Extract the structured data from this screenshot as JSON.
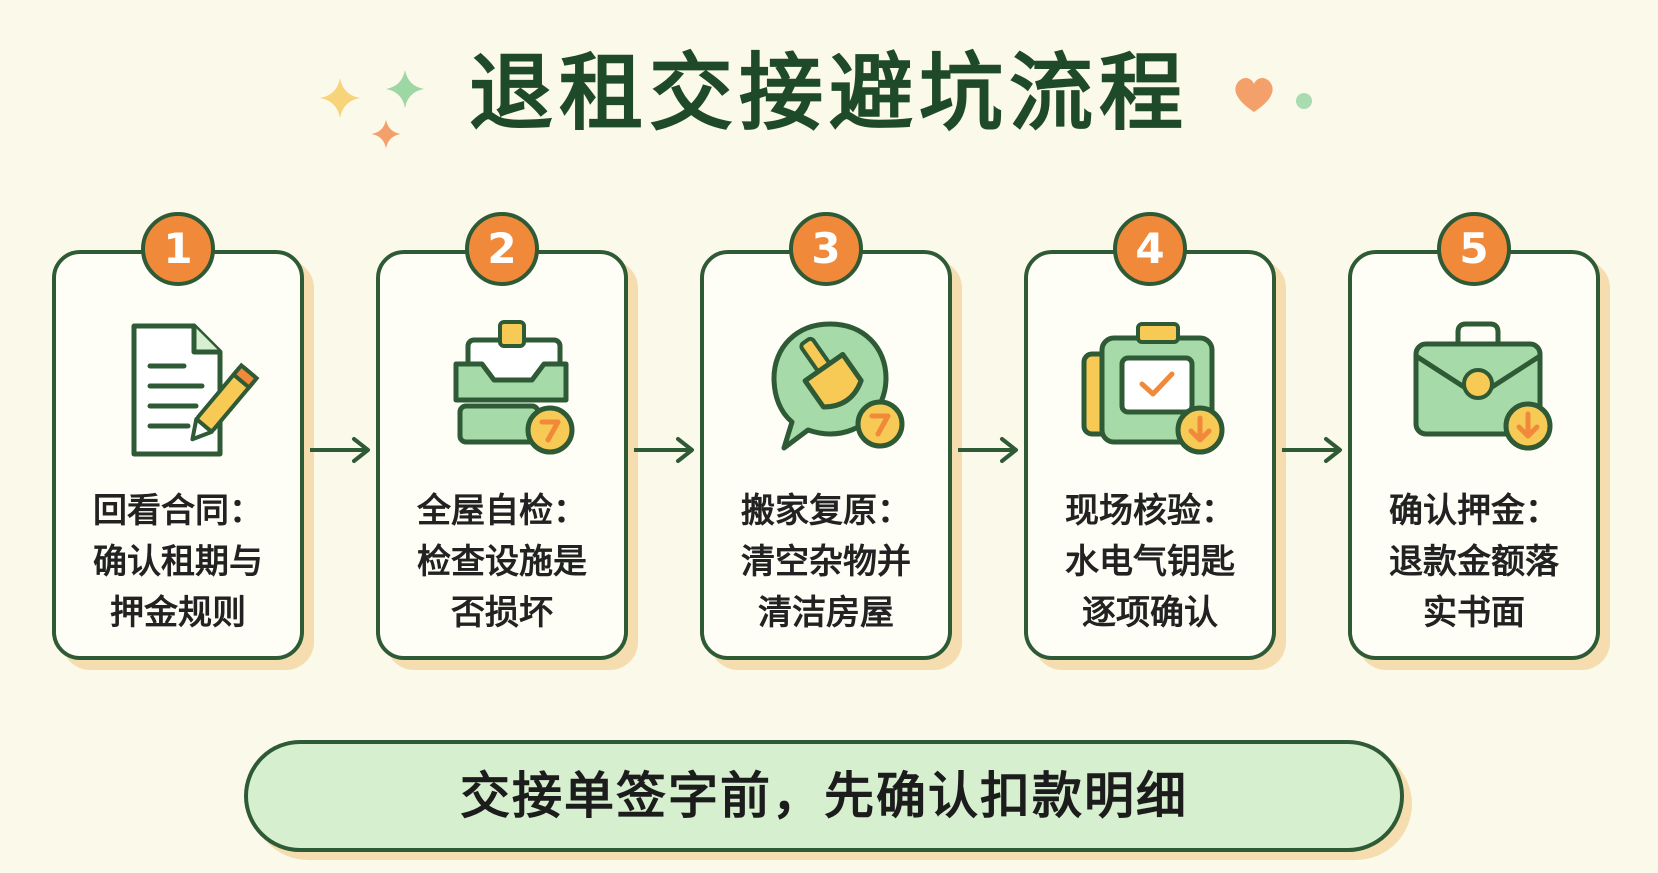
{
  "title": "退租交接避坑流程",
  "steps": [
    {
      "num": "1",
      "icon": "document-pen-icon",
      "lines": [
        "回看合同：",
        "确认租期与",
        "押金规则"
      ]
    },
    {
      "num": "2",
      "icon": "furniture-check-icon",
      "lines": [
        "全屋自检：",
        "检查设施是",
        "否损坏"
      ]
    },
    {
      "num": "3",
      "icon": "cleaning-brush-icon",
      "lines": [
        "搬家复原：",
        "清空杂物并",
        "清洁房屋"
      ]
    },
    {
      "num": "4",
      "icon": "utility-meter-icon",
      "lines": [
        "现场核验：",
        "水电气钥匙",
        "逐项确认"
      ]
    },
    {
      "num": "5",
      "icon": "deposit-wallet-icon",
      "lines": [
        "确认押金：",
        "退款金额落",
        "实书面"
      ]
    }
  ],
  "banner": "交接单签字前，先确认扣款明细",
  "colors": {
    "accent": "#f08a3a",
    "outline": "#2e5a35",
    "green_fill": "#d6efcf",
    "background": "#fbf9ea"
  }
}
